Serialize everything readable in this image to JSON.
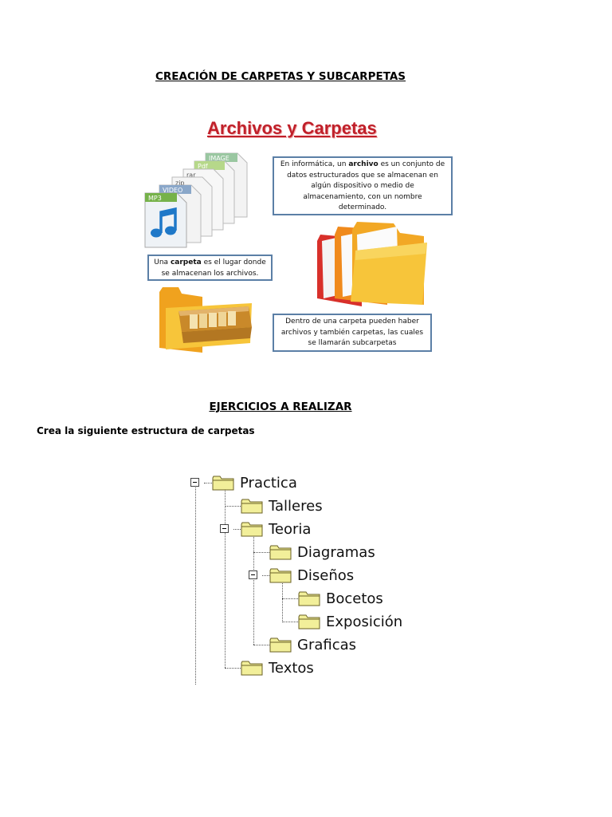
{
  "document": {
    "title": "CREACIÓN DE CARPETAS Y SUBCARPETAS"
  },
  "infographic": {
    "title": "Archivos y Carpetas",
    "file_icon_labels": [
      "IMAGE",
      "Pdf",
      "rar",
      "zip",
      "VIDEO",
      "MP3"
    ],
    "callout_archivo": {
      "pre": "En informática, un ",
      "bold": "archivo",
      "post": " es un conjunto de datos estructurados que se almacenan en algún dispositivo o medio de almacenamiento, con un nombre determinado."
    },
    "callout_carpeta": {
      "pre": "Una ",
      "bold": "carpeta",
      "post": " es el lugar donde se almacenan los archivos."
    },
    "callout_subcarpetas": {
      "text": "Dentro de una carpeta pueden haber archivos y también carpetas, las cuales se llamarán subcarpetas"
    },
    "colors": {
      "title": "#c0202a",
      "callout_border": "#5b7fa6",
      "folder_yellow": "#f5c12e",
      "folder_orange": "#f08a1c",
      "folder_red": "#d8302a"
    }
  },
  "exercises": {
    "title": "EJERCICIOS A REALIZAR",
    "instruction": "Crea la siguiente estructura de carpetas"
  },
  "tree": {
    "practica": "Practica",
    "talleres": "Talleres",
    "teoria": "Teoria",
    "diagramas": "Diagramas",
    "disenos": "Diseños",
    "bocetos": "Bocetos",
    "exposicion": "Exposición",
    "graficas": "Graficas",
    "textos": "Textos"
  }
}
